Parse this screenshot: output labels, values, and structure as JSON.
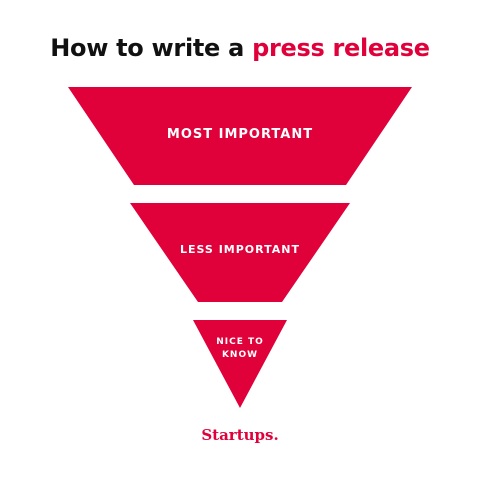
{
  "title": {
    "prefix": "How to write a",
    "highlight": "press release"
  },
  "tiers": [
    {
      "label": "MOST IMPORTANT"
    },
    {
      "label": "LESS IMPORTANT"
    },
    {
      "label_line1": "NICE TO",
      "label_line2": "KNOW"
    }
  ],
  "brand": "Startups.",
  "colors": {
    "accent": "#e0003a",
    "title_text": "#111111",
    "tier_text": "#ffffff",
    "background": "#ffffff"
  }
}
